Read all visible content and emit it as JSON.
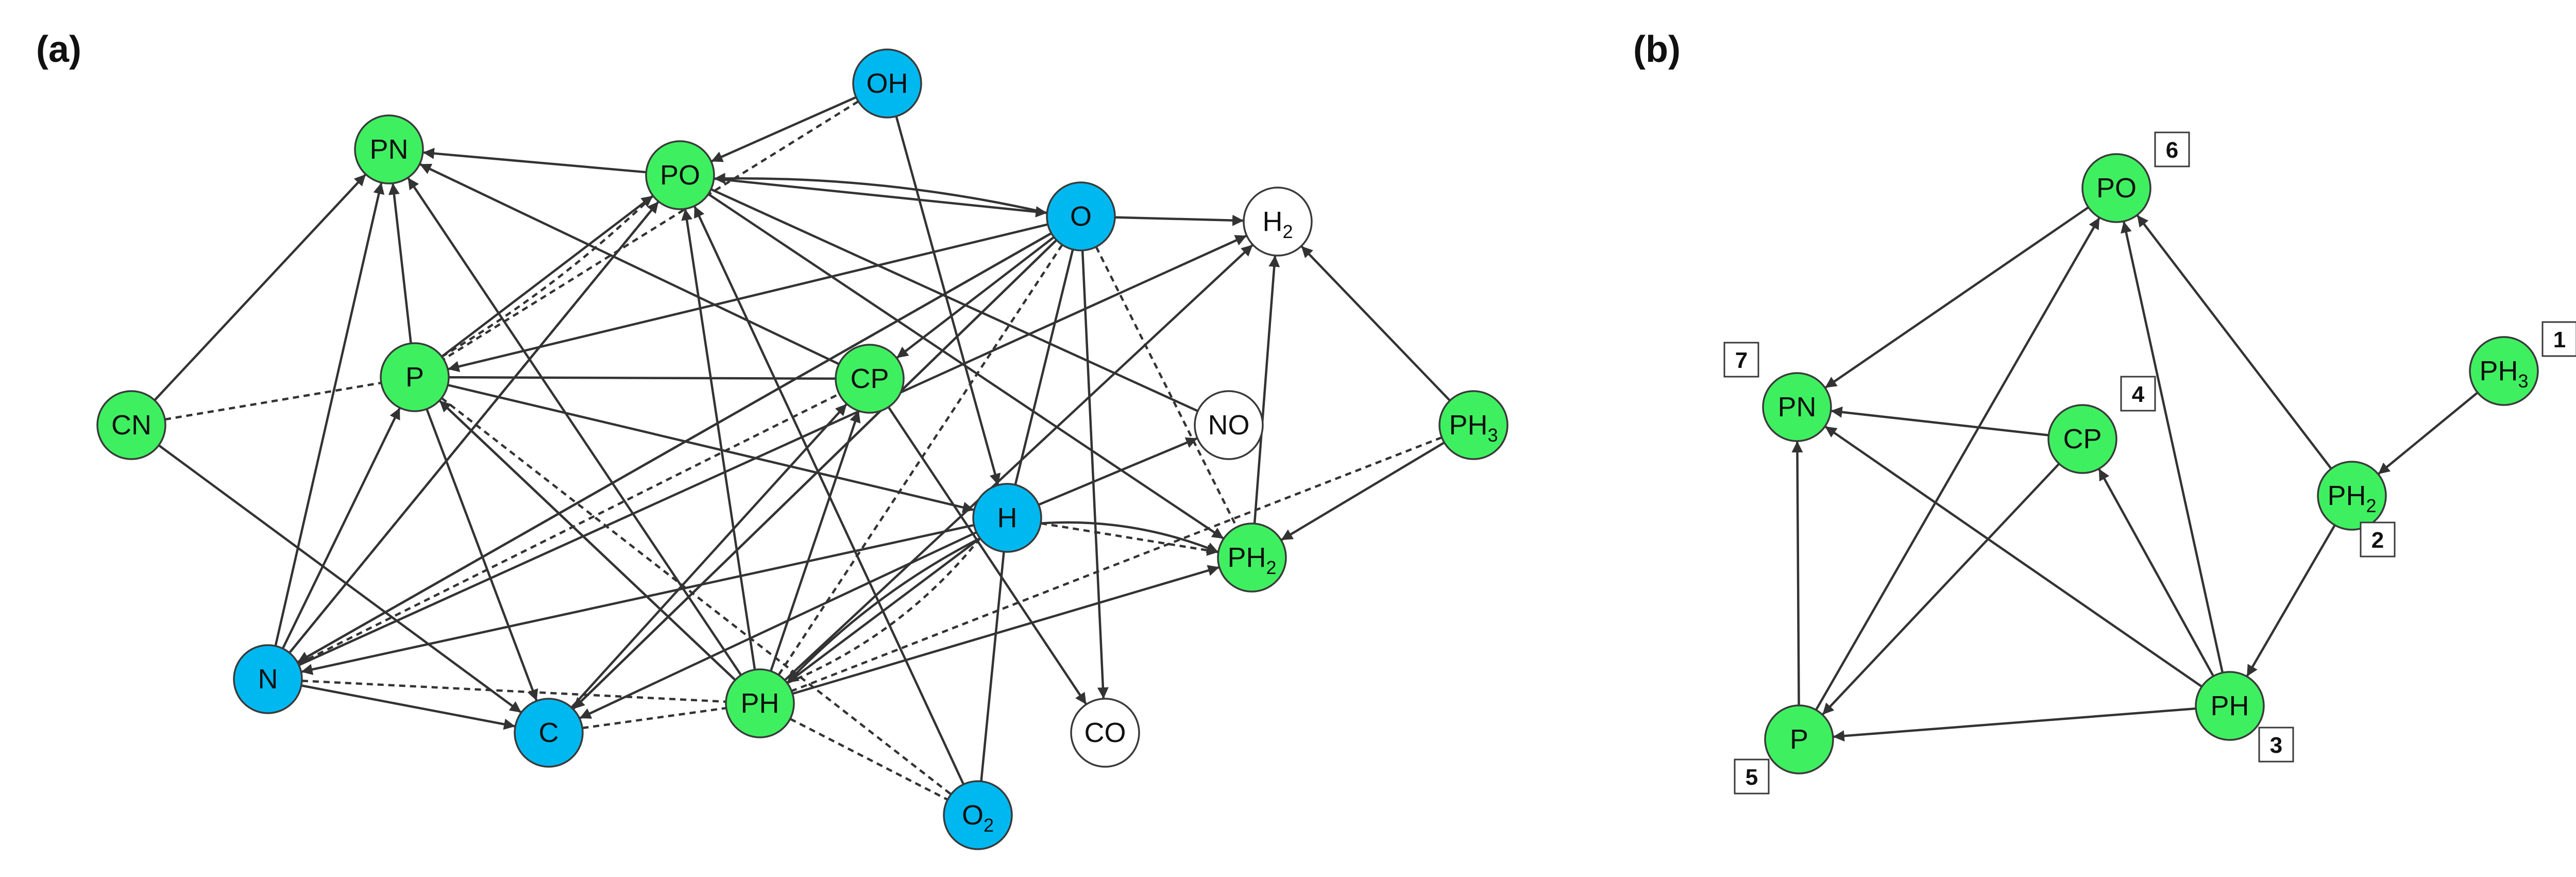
{
  "colors": {
    "green": "#3ef060",
    "blue": "#00b8f0",
    "white": "#ffffff",
    "edge": "#333333",
    "stroke": "#3a3a3a"
  },
  "panels": [
    {
      "id": "a",
      "label": "(a)",
      "nodes": [
        {
          "id": "PN",
          "text": "PN",
          "sub": "",
          "color": "green"
        },
        {
          "id": "PO",
          "text": "PO",
          "sub": "",
          "color": "green"
        },
        {
          "id": "OH",
          "text": "OH",
          "sub": "",
          "color": "blue"
        },
        {
          "id": "O",
          "text": "O",
          "sub": "",
          "color": "blue"
        },
        {
          "id": "H2",
          "text": "H",
          "sub": "2",
          "color": "white"
        },
        {
          "id": "CN",
          "text": "CN",
          "sub": "",
          "color": "green"
        },
        {
          "id": "P",
          "text": "P",
          "sub": "",
          "color": "green"
        },
        {
          "id": "CP",
          "text": "CP",
          "sub": "",
          "color": "green"
        },
        {
          "id": "NO",
          "text": "NO",
          "sub": "",
          "color": "white"
        },
        {
          "id": "PH3",
          "text": "PH",
          "sub": "3",
          "color": "green"
        },
        {
          "id": "H",
          "text": "H",
          "sub": "",
          "color": "blue"
        },
        {
          "id": "PH2",
          "text": "PH",
          "sub": "2",
          "color": "green"
        },
        {
          "id": "N",
          "text": "N",
          "sub": "",
          "color": "blue"
        },
        {
          "id": "C",
          "text": "C",
          "sub": "",
          "color": "blue"
        },
        {
          "id": "PH",
          "text": "PH",
          "sub": "",
          "color": "green"
        },
        {
          "id": "CO",
          "text": "CO",
          "sub": "",
          "color": "white"
        },
        {
          "id": "O2",
          "text": "O",
          "sub": "2",
          "color": "blue"
        }
      ],
      "edges": [
        {
          "from": "PO",
          "to": "PN",
          "style": "solid",
          "arrow": true
        },
        {
          "from": "CN",
          "to": "PN",
          "style": "solid",
          "arrow": true
        },
        {
          "from": "P",
          "to": "PN",
          "style": "solid",
          "arrow": true
        },
        {
          "from": "N",
          "to": "PN",
          "style": "solid",
          "arrow": true
        },
        {
          "from": "PH",
          "to": "PN",
          "style": "solid",
          "arrow": true
        },
        {
          "from": "CP",
          "to": "PN",
          "style": "solid",
          "arrow": true
        },
        {
          "from": "OH",
          "to": "PO",
          "style": "solid",
          "arrow": true
        },
        {
          "from": "OH",
          "to": "P",
          "style": "dashed",
          "arrow": false
        },
        {
          "from": "OH",
          "to": "H",
          "style": "solid",
          "arrow": true
        },
        {
          "from": "PO",
          "to": "O",
          "style": "solid",
          "arrow": true
        },
        {
          "from": "O",
          "to": "PO",
          "style": "solid",
          "arrow": true,
          "bend": 40
        },
        {
          "from": "O",
          "to": "H2",
          "style": "solid",
          "arrow": true
        },
        {
          "from": "O",
          "to": "P",
          "style": "solid",
          "arrow": true
        },
        {
          "from": "O",
          "to": "N",
          "style": "solid",
          "arrow": true
        },
        {
          "from": "O",
          "to": "C",
          "style": "solid",
          "arrow": true
        },
        {
          "from": "O",
          "to": "CP",
          "style": "solid",
          "arrow": true
        },
        {
          "from": "O",
          "to": "CO",
          "style": "solid",
          "arrow": true
        },
        {
          "from": "O",
          "to": "H",
          "style": "solid",
          "arrow": false
        },
        {
          "from": "O",
          "to": "PH",
          "style": "dashed",
          "arrow": false
        },
        {
          "from": "O",
          "to": "PH2",
          "style": "dashed",
          "arrow": false
        },
        {
          "from": "O",
          "to": "N",
          "style": "dashed",
          "arrow": false
        },
        {
          "from": "P",
          "to": "PO",
          "style": "solid",
          "arrow": true
        },
        {
          "from": "P",
          "to": "PO",
          "style": "dashed",
          "arrow": false,
          "bend": 30
        },
        {
          "from": "N",
          "to": "PO",
          "style": "solid",
          "arrow": true
        },
        {
          "from": "N",
          "to": "PO",
          "style": "dashed",
          "arrow": false
        },
        {
          "from": "PH",
          "to": "PO",
          "style": "solid",
          "arrow": true
        },
        {
          "from": "O2",
          "to": "PO",
          "style": "solid",
          "arrow": true
        },
        {
          "from": "PO",
          "to": "NO",
          "style": "solid",
          "arrow": false
        },
        {
          "from": "PO",
          "to": "PH2",
          "style": "solid",
          "arrow": true
        },
        {
          "from": "CN",
          "to": "P",
          "style": "dashed",
          "arrow": false
        },
        {
          "from": "CN",
          "to": "C",
          "style": "solid",
          "arrow": true
        },
        {
          "from": "P",
          "to": "CP",
          "style": "solid",
          "arrow": false
        },
        {
          "from": "P",
          "to": "H",
          "style": "solid",
          "arrow": true
        },
        {
          "from": "P",
          "to": "C",
          "style": "solid",
          "arrow": true
        },
        {
          "from": "P",
          "to": "PH",
          "style": "solid",
          "arrow": false
        },
        {
          "from": "P",
          "to": "O2",
          "style": "dashed",
          "arrow": false
        },
        {
          "from": "N",
          "to": "P",
          "style": "solid",
          "arrow": true
        },
        {
          "from": "PH",
          "to": "P",
          "style": "solid",
          "arrow": true
        },
        {
          "from": "N",
          "to": "CP",
          "style": "dashed",
          "arrow": false
        },
        {
          "from": "C",
          "to": "CP",
          "style": "solid",
          "arrow": true
        },
        {
          "from": "PH",
          "to": "CP",
          "style": "solid",
          "arrow": true
        },
        {
          "from": "CP",
          "to": "CO",
          "style": "solid",
          "arrow": true
        },
        {
          "from": "H",
          "to": "NO",
          "style": "solid",
          "arrow": true
        },
        {
          "from": "N",
          "to": "H2",
          "style": "solid",
          "arrow": true
        },
        {
          "from": "PH2",
          "to": "H2",
          "style": "solid",
          "arrow": true
        },
        {
          "from": "PH3",
          "to": "H2",
          "style": "solid",
          "arrow": true
        },
        {
          "from": "PH3",
          "to": "PH2",
          "style": "solid",
          "arrow": true
        },
        {
          "from": "PH3",
          "to": "PH",
          "style": "dashed",
          "arrow": false
        },
        {
          "from": "H",
          "to": "PH2",
          "style": "dashed",
          "arrow": true
        },
        {
          "from": "H",
          "to": "PH2",
          "style": "solid",
          "arrow": true,
          "bend": -40
        },
        {
          "from": "H",
          "to": "N",
          "style": "solid",
          "arrow": true
        },
        {
          "from": "H",
          "to": "C",
          "style": "solid",
          "arrow": true
        },
        {
          "from": "H",
          "to": "PH",
          "style": "solid",
          "arrow": true
        },
        {
          "from": "H",
          "to": "PH",
          "style": "solid",
          "arrow": true,
          "bend": 40
        },
        {
          "from": "H",
          "to": "O2",
          "style": "solid",
          "arrow": false
        },
        {
          "from": "H",
          "to": "PH",
          "style": "dashed",
          "arrow": false,
          "bend": -60
        },
        {
          "from": "N",
          "to": "C",
          "style": "solid",
          "arrow": true
        },
        {
          "from": "N",
          "to": "PH",
          "style": "dashed",
          "arrow": false
        },
        {
          "from": "C",
          "to": "PH",
          "style": "dashed",
          "arrow": false
        },
        {
          "from": "PH",
          "to": "PH2",
          "style": "solid",
          "arrow": true
        },
        {
          "from": "PH",
          "to": "O2",
          "style": "dashed",
          "arrow": false
        },
        {
          "from": "PH",
          "to": "H2",
          "style": "solid",
          "arrow": true
        },
        {
          "from": "N",
          "to": "O",
          "style": "dashed",
          "arrow": false
        },
        {
          "from": "C",
          "to": "O",
          "style": "solid",
          "arrow": false
        }
      ]
    },
    {
      "id": "b",
      "label": "(b)",
      "nodes": [
        {
          "id": "PO",
          "text": "PO",
          "sub": "",
          "color": "green",
          "badge": "6"
        },
        {
          "id": "PN",
          "text": "PN",
          "sub": "",
          "color": "green",
          "badge": "7"
        },
        {
          "id": "CP",
          "text": "CP",
          "sub": "",
          "color": "green",
          "badge": "4"
        },
        {
          "id": "PH3",
          "text": "PH",
          "sub": "3",
          "color": "green",
          "badge": "1"
        },
        {
          "id": "PH2",
          "text": "PH",
          "sub": "2",
          "color": "green",
          "badge": "2"
        },
        {
          "id": "PH",
          "text": "PH",
          "sub": "",
          "color": "green",
          "badge": "3"
        },
        {
          "id": "P",
          "text": "P",
          "sub": "",
          "color": "green",
          "badge": "5"
        }
      ],
      "edges": [
        {
          "from": "PO",
          "to": "PN",
          "style": "solid",
          "arrow": true
        },
        {
          "from": "CP",
          "to": "PN",
          "style": "solid",
          "arrow": true
        },
        {
          "from": "P",
          "to": "PN",
          "style": "solid",
          "arrow": true
        },
        {
          "from": "PH",
          "to": "PN",
          "style": "solid",
          "arrow": true
        },
        {
          "from": "P",
          "to": "PO",
          "style": "solid",
          "arrow": true
        },
        {
          "from": "PH",
          "to": "PO",
          "style": "solid",
          "arrow": true
        },
        {
          "from": "PH2",
          "to": "PO",
          "style": "solid",
          "arrow": true
        },
        {
          "from": "CP",
          "to": "P",
          "style": "solid",
          "arrow": true
        },
        {
          "from": "PH",
          "to": "CP",
          "style": "solid",
          "arrow": true
        },
        {
          "from": "PH3",
          "to": "PH2",
          "style": "solid",
          "arrow": true
        },
        {
          "from": "PH2",
          "to": "PH",
          "style": "solid",
          "arrow": true
        },
        {
          "from": "PH",
          "to": "P",
          "style": "solid",
          "arrow": true
        }
      ]
    }
  ]
}
